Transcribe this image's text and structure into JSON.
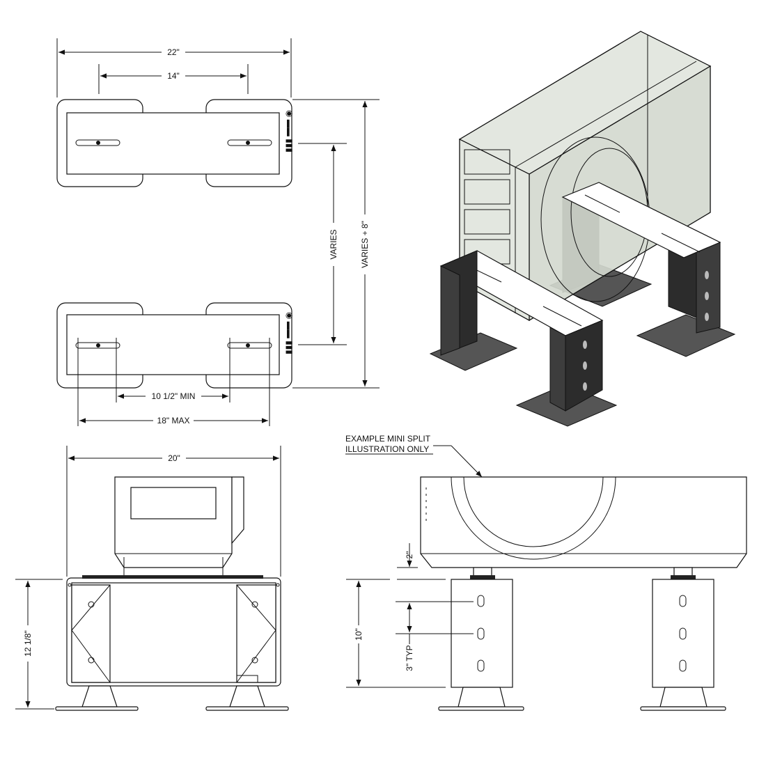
{
  "dimensions": {
    "top_overall": "22\"",
    "top_inner": "14\"",
    "varies": "VARIES",
    "varies_plus": "VARIES + 8\"",
    "min_span": "10 1/2\" MIN",
    "max_span": "18\" MAX",
    "front_width": "20\"",
    "front_height": "12 1/8\"",
    "clearance": "2\"",
    "leg_height": "10\"",
    "hole_spacing": "3\" TYP"
  },
  "note": {
    "line1": "EXAMPLE MINI SPLIT",
    "line2": "ILLUSTRATION ONLY"
  },
  "views": [
    "top-plan-view",
    "isometric-view",
    "front-elevation-view",
    "side-elevation-view"
  ]
}
